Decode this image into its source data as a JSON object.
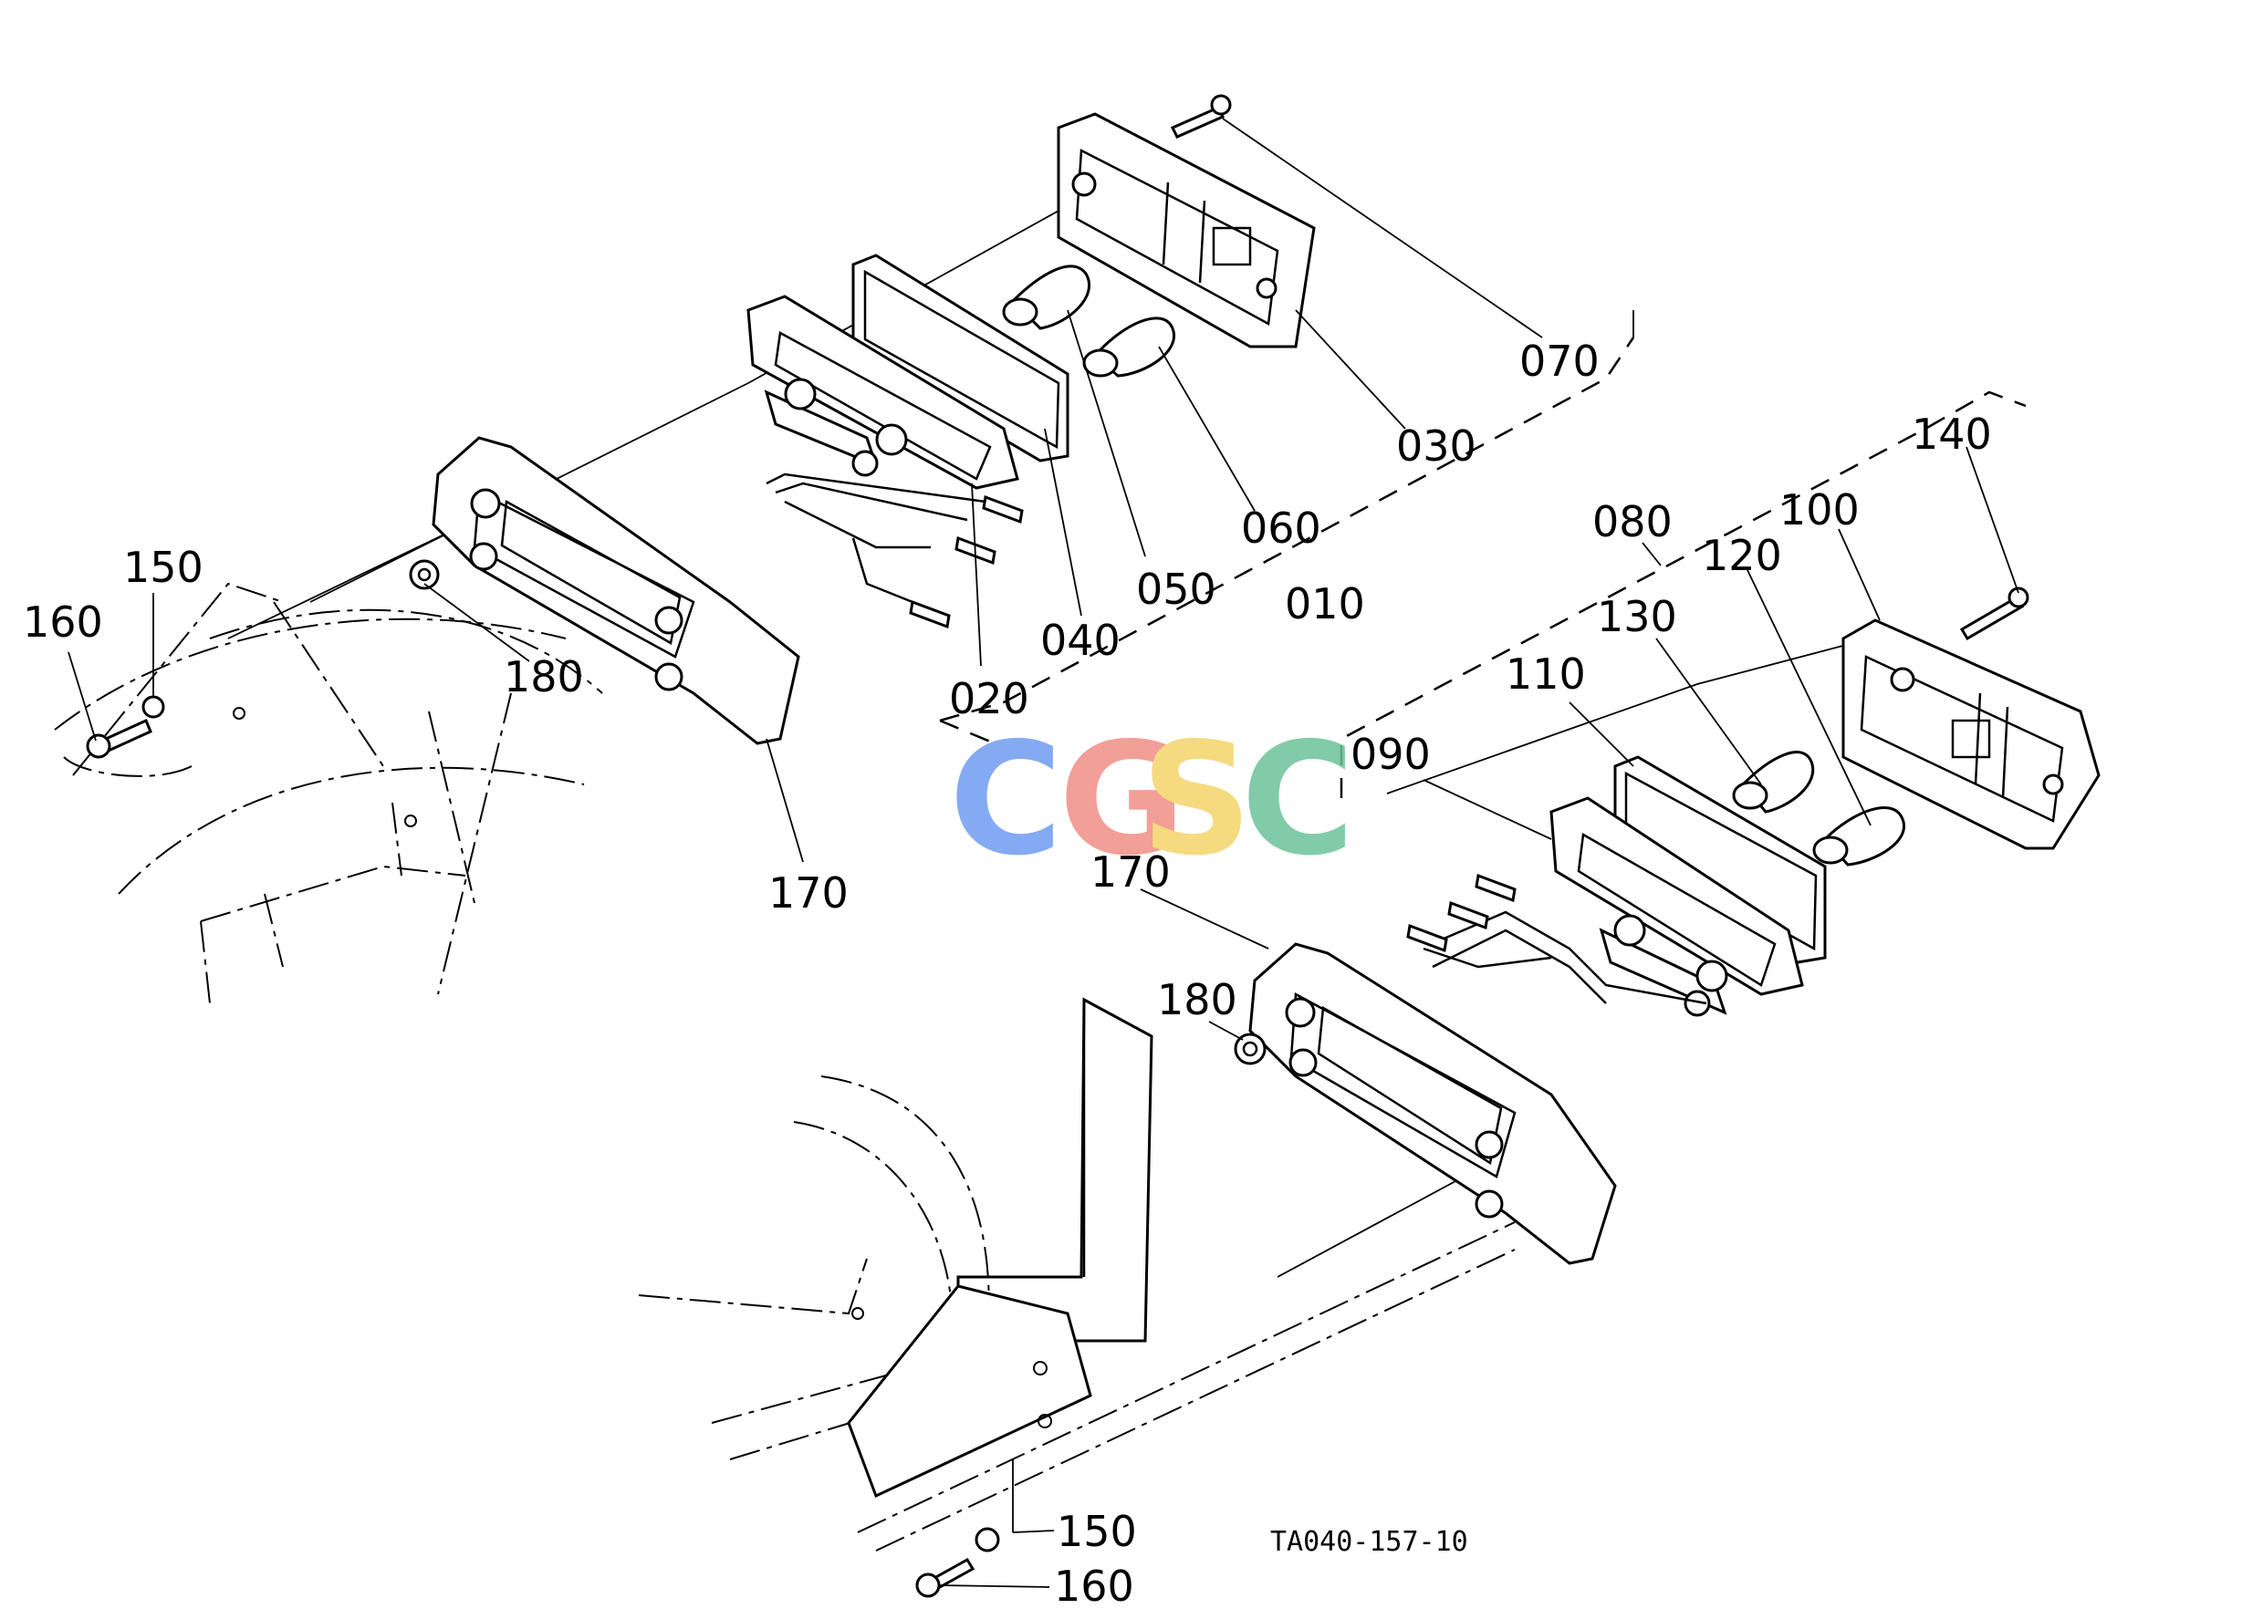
{
  "labels": {
    "p070": "070",
    "p030": "030",
    "p060": "060",
    "p050": "050",
    "p040": "040",
    "p010": "010",
    "p020": "020",
    "p150a": "150",
    "p160a": "160",
    "p180a": "180",
    "p170a": "170",
    "p140": "140",
    "p080": "080",
    "p100": "100",
    "p120": "120",
    "p130": "130",
    "p110": "110",
    "p090": "090",
    "p170b": "170",
    "p180b": "180",
    "p150b": "150",
    "p160b": "160"
  },
  "drawing_number": "TA040-157-10",
  "watermark": {
    "letters": [
      "C",
      "G",
      "S",
      "C"
    ],
    "colors": [
      "#6f9cf2",
      "#ef8f86",
      "#f5d46a",
      "#6cc29a"
    ]
  }
}
